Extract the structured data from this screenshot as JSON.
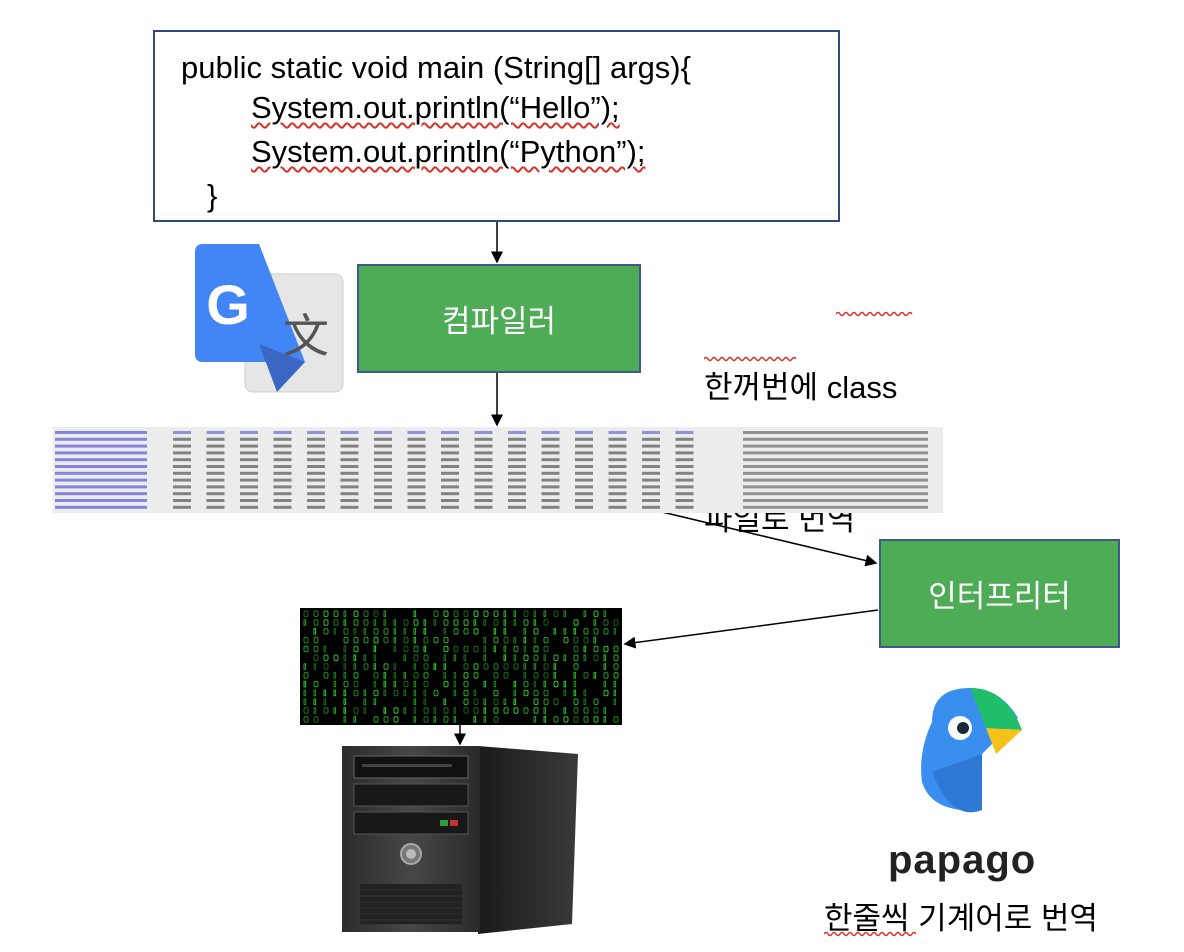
{
  "code": {
    "lines": [
      "public static void main (String[] args){",
      "System.out.println(“Hello”);",
      "System.out.println(“Python”);",
      "}"
    ]
  },
  "compiler": {
    "label": "컴파일러"
  },
  "interpreter": {
    "label": "인터프리터"
  },
  "compile_note": {
    "line1": "한꺼번에 class",
    "line2": "파일로 번역"
  },
  "papago": {
    "wordmark": "papago",
    "note": "한줄씩 기계어로 번역"
  },
  "colors": {
    "box_green": "#4dac55",
    "box_border": "#3d5a8c",
    "code_border": "#2f4a7a",
    "google_blue": "#4285f4",
    "matrix_green": "#2bd12b",
    "papago_blue": "#3a8ef0",
    "papago_green": "#1fbe6b",
    "papago_yellow": "#f6c21a"
  },
  "icons": [
    "google-translate-icon",
    "papago-logo-icon",
    "desktop-computer-icon"
  ]
}
